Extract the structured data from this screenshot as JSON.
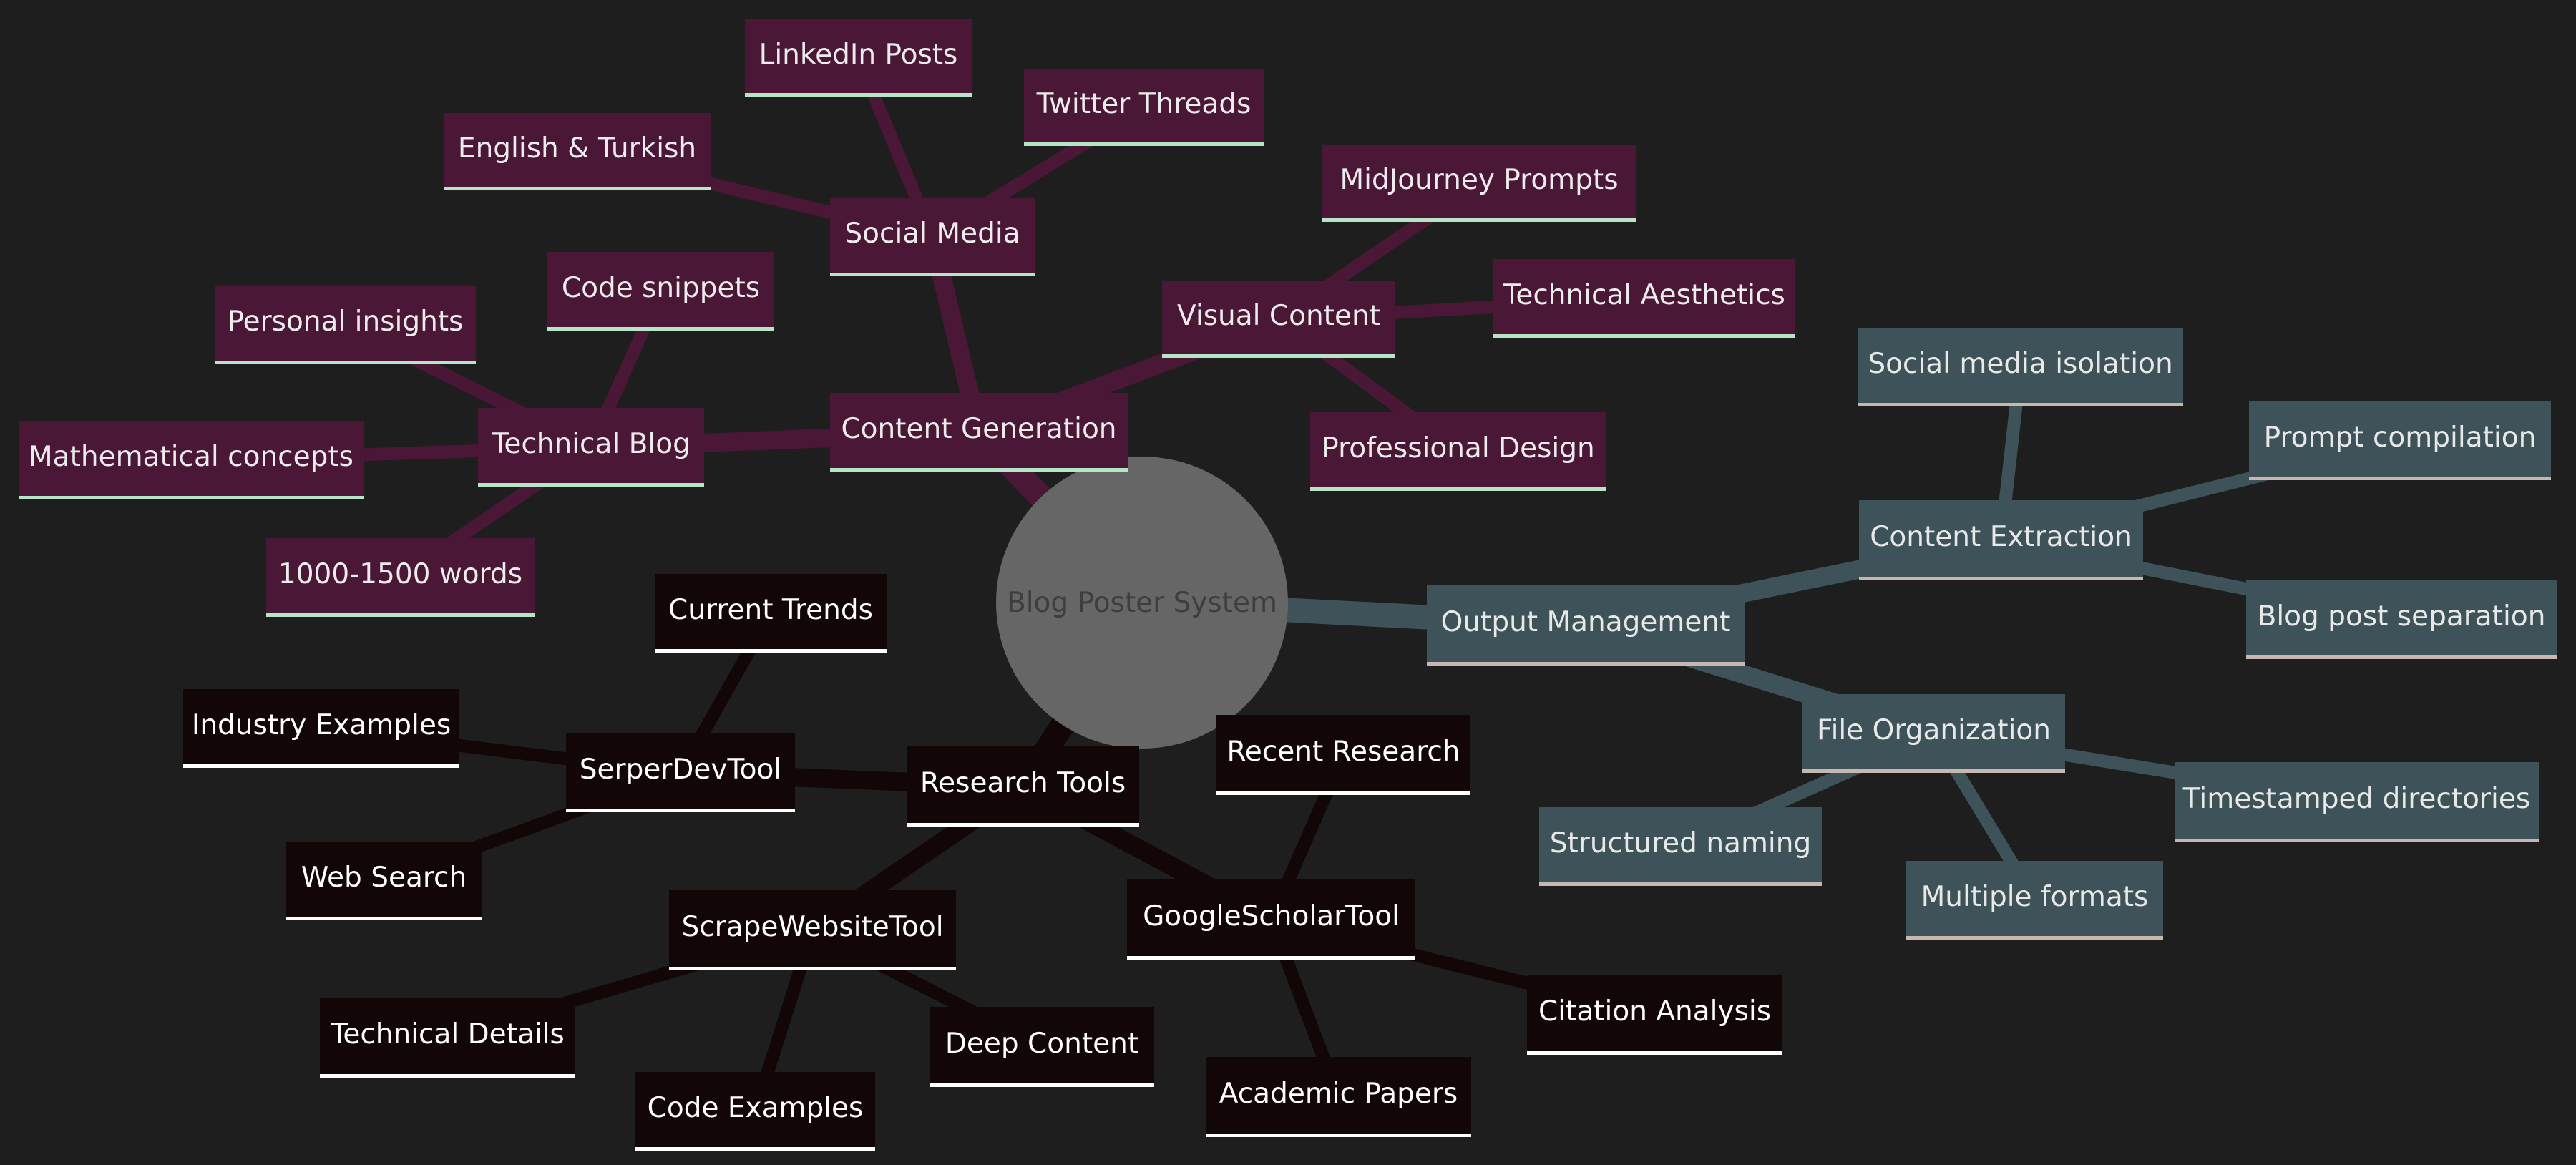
{
  "root": {
    "label": "Blog Poster System",
    "color": "#666666"
  },
  "colors": {
    "background": "#1e1e1e",
    "content_branch": "#4a1737",
    "output_branch": "#3e5359",
    "research_branch": "#120607"
  },
  "branches": {
    "content_generation": {
      "label": "Content Generation",
      "social_media": {
        "label": "Social Media",
        "children": [
          "LinkedIn Posts",
          "Twitter Threads",
          "English & Turkish"
        ]
      },
      "visual_content": {
        "label": "Visual Content",
        "children": [
          "MidJourney Prompts",
          "Technical Aesthetics",
          "Professional Design"
        ]
      },
      "technical_blog": {
        "label": "Technical Blog",
        "children": [
          "Code snippets",
          "Personal insights",
          "Mathematical concepts",
          "1000-1500 words"
        ]
      }
    },
    "output_management": {
      "label": "Output Management",
      "content_extraction": {
        "label": "Content Extraction",
        "children": [
          "Social media isolation",
          "Prompt compilation",
          "Blog post separation"
        ]
      },
      "file_organization": {
        "label": "File Organization",
        "children": [
          "Timestamped directories",
          "Multiple formats",
          "Structured naming"
        ]
      }
    },
    "research_tools": {
      "label": "Research Tools",
      "serper_dev_tool": {
        "label": "SerperDevTool",
        "children": [
          "Current Trends",
          "Industry Examples",
          "Web Search"
        ]
      },
      "scrape_website_tool": {
        "label": "ScrapeWebsiteTool",
        "children": [
          "Technical Details",
          "Code Examples",
          "Deep Content"
        ]
      },
      "google_scholar_tool": {
        "label": "GoogleScholarTool",
        "children": [
          "Recent Research",
          "Citation Analysis",
          "Academic Papers"
        ]
      }
    }
  }
}
